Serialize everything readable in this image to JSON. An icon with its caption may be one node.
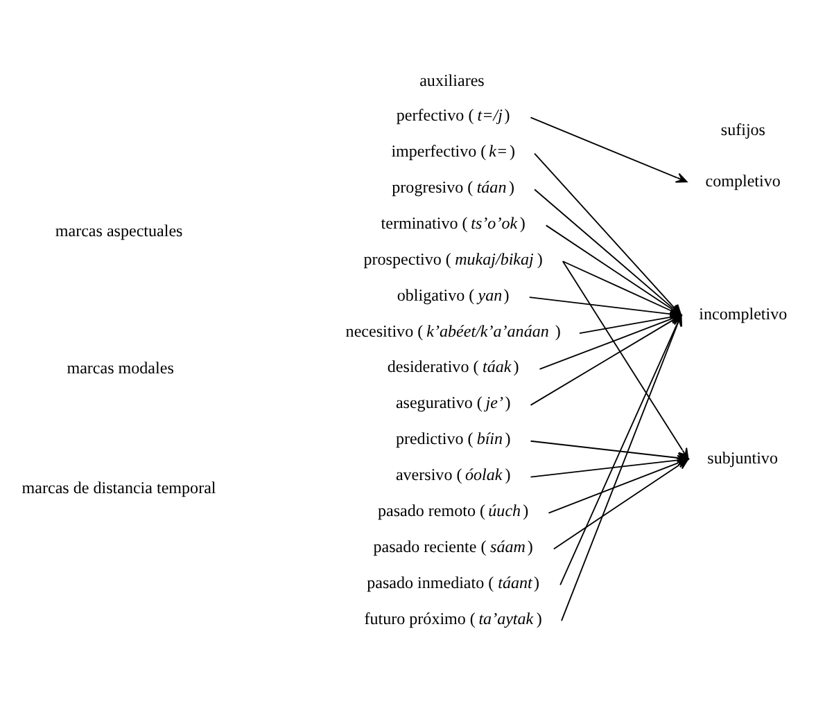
{
  "diagram": {
    "nodes": [
      {
        "text": [
          "perfectivo (*t=/j*)"
        ]
      },
      {
        "text": [
          "imperfectivo (*k=*)"
        ]
      },
      {
        "text": [
          "progresivo (*táan*)"
        ]
      },
      {
        "text": [
          "terminativo (*ts’o’ok*)"
        ]
      },
      {
        "text": [
          "prospectivo (*mukaj/bikaj*)"
        ]
      },
      {
        "text": [
          "obligativo (*yan*)"
        ]
      },
      {
        "text": [
          "necesitivo (*k’abéet/k’a’anáan*)"
        ]
      },
      {
        "text": [
          "desiderativo (*táak*)"
        ]
      },
      {
        "text": [
          "asegurativo (*je’*)"
        ]
      },
      {
        "text": [
          "predictivo (*bíin*)"
        ]
      },
      {
        "text": [
          "aversivo (*óolak*)"
        ]
      },
      {
        "text": [
          "pasado remoto (*úuch*)"
        ]
      },
      {
        "text": [
          "pasado reciente (*sáam*)"
        ]
      },
      {
        "text": [
          "pasado inmediato (*táant*)"
        ]
      },
      {
        "text": [
          "futuro próximo (*ta’aytak*)"
        ]
      },
      {
        "text": [
          "completivo"
        ]
      },
      {
        "text": [
          "incompletivo"
        ]
      },
      {
        "text": [
          "subjuntivo"
        ]
      }
    ],
    "edges": [
      {
        "from": 0,
        "to": 15,
        "arrow": "to"
      },
      {
        "from": 1,
        "to": 16,
        "arrow": "to"
      },
      {
        "from": 2,
        "to": 16,
        "arrow": "to"
      },
      {
        "from": 3,
        "to": 16,
        "arrow": "to"
      },
      {
        "from": 4,
        "to": 16,
        "arrow": "to"
      },
      {
        "from": 4,
        "to": 17,
        "arrow": "to"
      },
      {
        "from": 5,
        "to": 16,
        "arrow": "to"
      },
      {
        "from": 6,
        "to": 16,
        "arrow": "to"
      },
      {
        "from": 7,
        "to": 16,
        "arrow": "to"
      },
      {
        "from": 8,
        "to": 16,
        "arrow": "to"
      },
      {
        "from": 9,
        "to": 17,
        "arrow": "to"
      },
      {
        "from": 10,
        "to": 17,
        "arrow": "to"
      },
      {
        "from": 11,
        "to": 17,
        "arrow": "to"
      },
      {
        "from": 12,
        "to": 17,
        "arrow": "to"
      },
      {
        "from": 13,
        "to": 16,
        "arrow": "to"
      },
      {
        "from": 14,
        "to": 16,
        "arrow": "to"
      }
    ],
    "labels": [
      "auxiliares",
      "sufijos",
      "marcas aspectuales",
      "marcas modales",
      "marcas de distancia temporal"
    ]
  }
}
